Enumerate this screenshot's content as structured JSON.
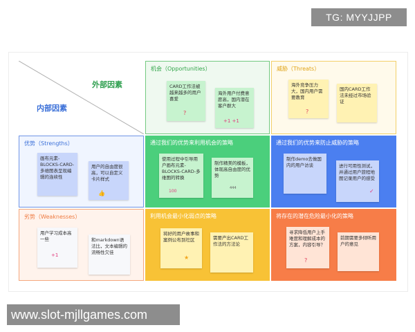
{
  "watermarks": {
    "top": "TG: MYYJJPP",
    "bottom": "www.slot-mjllgames.com"
  },
  "corner": {
    "external": "外部因素",
    "internal": "内部因素"
  },
  "cells": {
    "opportunities": {
      "title": "机会（Opportunities）",
      "notes": [
        {
          "text": "CARD工作法被越来越多的用户喜爱",
          "mark": "?"
        },
        {
          "text": "海外用户付费意愿高，国内潜在客户群大",
          "mark": "+1 +1"
        }
      ]
    },
    "threats": {
      "title": "威胁（Threats）",
      "notes": [
        {
          "text": "海外竞争压力大，国内用户需要教育",
          "mark": "?"
        },
        {
          "text": "国内CARD工作法未经过市场验证",
          "mark": ""
        }
      ]
    },
    "strengths": {
      "title": "优势（Strengths）",
      "notes": [
        {
          "text": "画布元素-BLOCKS-CARD-多维图表呈现编辑的连续性",
          "mark": ""
        },
        {
          "text": "用户的自由度很高，可以自定义卡片样式",
          "mark": "👍"
        }
      ]
    },
    "so": {
      "title": "通过我们的优势来利用机会的策略",
      "notes": [
        {
          "text": "使用过程中引导用户画布元素-BLOCKS-CARD-多维图的转换",
          "mark": "100"
        },
        {
          "text": "制作精美的模板，体现高自由度的优势",
          "mark": "444"
        }
      ]
    },
    "st": {
      "title": "通过我们的优势来防止威胁的策略",
      "notes": [
        {
          "text": "制作demo去做国内的用户访谈",
          "mark": ""
        },
        {
          "text": "进行可用性测试，并通过用户旅程地图记录用户的感受",
          "mark": "✓"
        }
      ]
    },
    "weaknesses": {
      "title": "劣势（Weaknesses）",
      "notes": [
        {
          "text": "用户学习成本高一些",
          "mark": "+1"
        },
        {
          "text": "和markdown语法比，文本编辑的流畅性欠佳",
          "mark": ""
        }
      ]
    },
    "wo": {
      "title": "利用机会最小化弱点的策略",
      "notes": [
        {
          "text": "将好的用户故事和案例公布到社区",
          "mark": "★"
        },
        {
          "text": "需要产出CARD工作法的方法论",
          "mark": ""
        }
      ]
    },
    "wt": {
      "title": "将存在的潜在危险最小化的策略",
      "notes": [
        {
          "text": "寻求降低用户上手难度和理解成本的方案，内容引导？",
          "mark": "?"
        },
        {
          "text": "前期需要多倾听用户的意见",
          "mark": ""
        }
      ]
    }
  },
  "colors": {
    "opportunities_bg": "#eff9f0",
    "opportunities_border": "#73c97f",
    "opportunities_title": "#33a64b",
    "threats_bg": "#fffaeb",
    "threats_border": "#f2cf68",
    "threats_title": "#e0a419",
    "strengths_bg": "#f0f5ff",
    "strengths_border": "#6f94e6",
    "strengths_title": "#3a6fd8",
    "weaknesses_bg": "#fff3ec",
    "weaknesses_border": "#f5a77d",
    "weaknesses_title": "#ee7a40",
    "so_bg": "#4bcf7c",
    "st_bg": "#4b7ff0",
    "wo_bg": "#f8c236",
    "wt_bg": "#f77d48",
    "note_green": "#c7f3cf",
    "note_yellow": "#fff2b3",
    "note_blue": "#c8d6fb",
    "note_white": "#f7f8fb"
  }
}
